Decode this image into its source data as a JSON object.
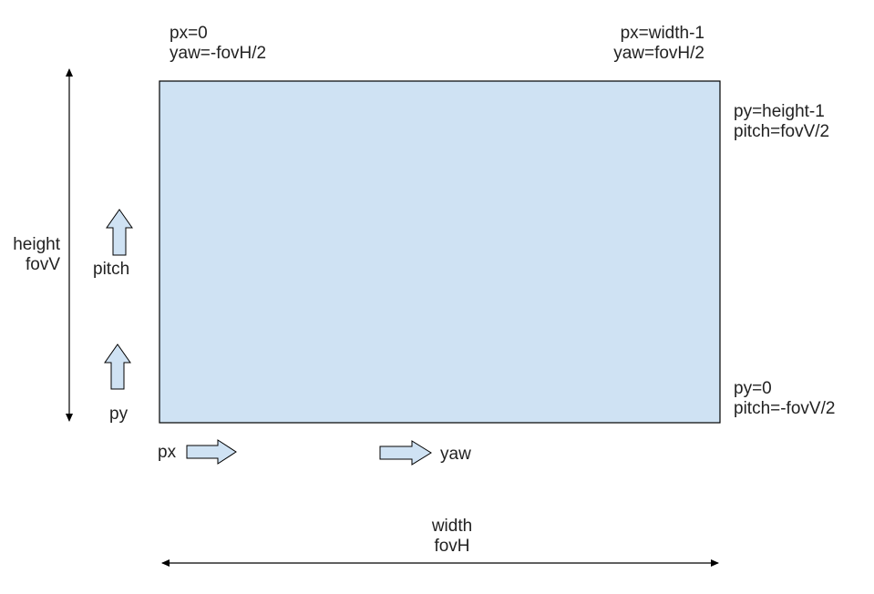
{
  "colors": {
    "frame_fill": "#cfe2f3",
    "frame_stroke": "#000000",
    "arrow_fill": "#cfe2f3",
    "arrow_stroke": "#000000",
    "text": "#222222"
  },
  "labels": {
    "top_left": {
      "line1": "px=0",
      "line2": "yaw=-fovH/2"
    },
    "top_right": {
      "line1": "px=width-1",
      "line2": "yaw=fovH/2"
    },
    "right_top": {
      "line1": "py=height-1",
      "line2": "pitch=fovV/2"
    },
    "right_bottom": {
      "line1": "py=0",
      "line2": "pitch=-fovV/2"
    },
    "left_dimension": {
      "line1": "height",
      "line2": "fovV"
    },
    "bottom_dimension": {
      "line1": "width",
      "line2": "fovH"
    },
    "pitch": "pitch",
    "py": "py",
    "px": "px",
    "yaw": "yaw"
  }
}
